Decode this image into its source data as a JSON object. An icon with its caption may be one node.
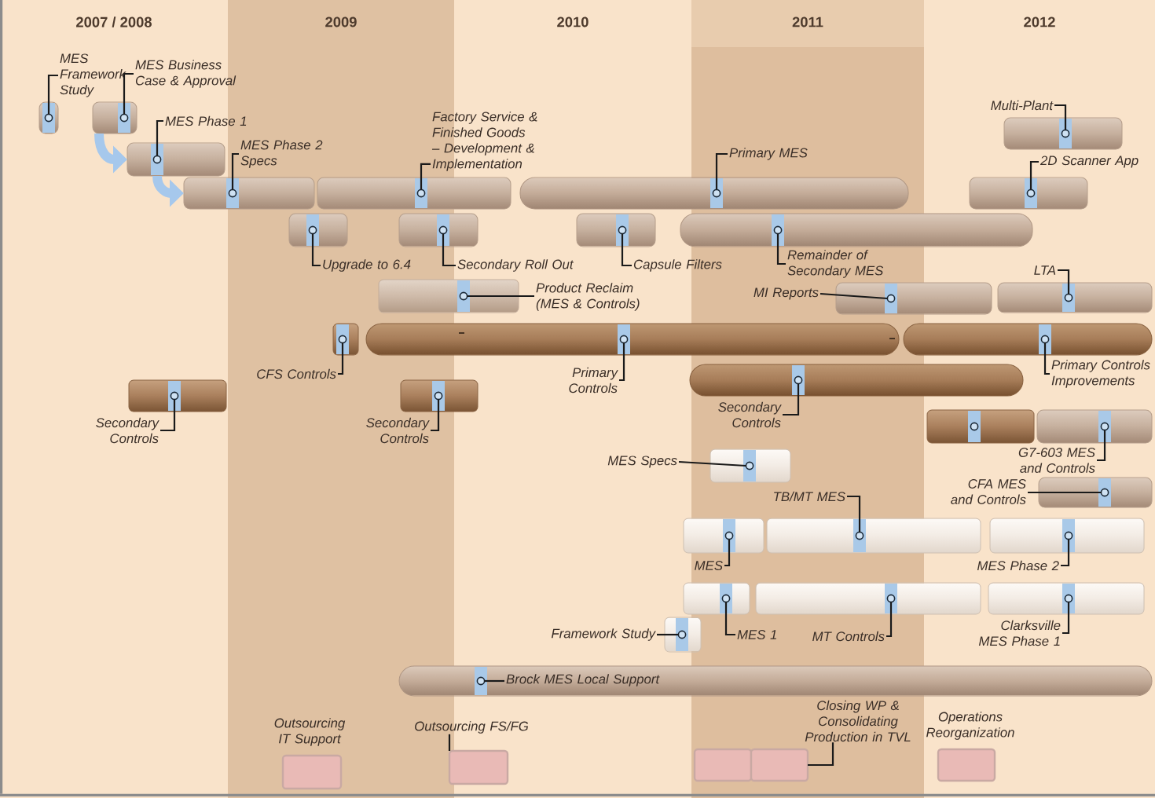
{
  "diagram": {
    "nodes": [
      {
        "text": [
          "2007 / 2008"
        ]
      },
      {
        "text": [
          "2009"
        ]
      },
      {
        "text": [
          "2010"
        ]
      },
      {
        "text": [
          "2011"
        ]
      },
      {
        "text": [
          "2012"
        ]
      },
      {
        "text": [],
        "shape": "bar",
        "in": 0
      },
      {
        "text": [],
        "shape": "circle",
        "in": 5
      },
      {
        "text": [
          "MES Framework Study"
        ],
        "in": 0
      },
      {
        "text": [],
        "shape": "bar",
        "in": 0
      },
      {
        "text": [],
        "shape": "circle",
        "in": 8
      },
      {
        "text": [
          "MES Business Case & Approval"
        ]
      },
      {
        "text": [],
        "shape": "bar",
        "in": 0
      },
      {
        "text": [],
        "shape": "circle",
        "in": 11
      },
      {
        "text": [
          "MES Phase 1"
        ]
      },
      {
        "text": [],
        "shape": "bar"
      },
      {
        "text": [],
        "shape": "circle"
      },
      {
        "text": [
          "MES Phase 2 Specs"
        ],
        "in": 1
      },
      {
        "text": [],
        "shape": "bar"
      },
      {
        "text": [],
        "shape": "circle"
      },
      {
        "text": [
          "Factory Service & Finished Goods – Development & Implementation"
        ]
      },
      {
        "text": [],
        "shape": "bar"
      },
      {
        "text": [],
        "shape": "circle"
      },
      {
        "text": [
          "Primary MES"
        ],
        "in": 3
      },
      {
        "text": [],
        "shape": "bar",
        "in": 4
      },
      {
        "text": [],
        "shape": "circle",
        "in": 23
      },
      {
        "text": [
          "Multi-Plant"
        ],
        "in": 4
      },
      {
        "text": [],
        "shape": "bar",
        "in": 4
      },
      {
        "text": [],
        "shape": "circle",
        "in": 26
      },
      {
        "text": [
          "2D Scanner App"
        ],
        "in": 4
      },
      {
        "text": [],
        "shape": "bar",
        "in": 1
      },
      {
        "text": [],
        "shape": "circle",
        "in": 29
      },
      {
        "text": [
          "Upgrade to 6.4"
        ],
        "in": 1
      },
      {
        "text": [],
        "shape": "bar"
      },
      {
        "text": [],
        "shape": "circle"
      },
      {
        "text": [
          "Secondary Roll Out"
        ],
        "in": 2
      },
      {
        "text": [],
        "shape": "bar",
        "in": 2
      },
      {
        "text": [],
        "shape": "circle",
        "in": 35
      },
      {
        "text": [
          "Capsule Filters"
        ]
      },
      {
        "text": [],
        "shape": "bar"
      },
      {
        "text": [],
        "shape": "circle"
      },
      {
        "text": [
          "Remainder of Secondary MES"
        ],
        "in": 3
      },
      {
        "text": [],
        "shape": "bar",
        "in": 4
      },
      {
        "text": [],
        "shape": "circle",
        "in": 41
      },
      {
        "text": [
          "LTA"
        ],
        "in": 4
      },
      {
        "text": [],
        "shape": "bar"
      },
      {
        "text": [],
        "shape": "circle"
      },
      {
        "text": [
          "Product Reclaim (MES & Controls)"
        ],
        "in": 2
      },
      {
        "text": [],
        "shape": "bar"
      },
      {
        "text": [],
        "shape": "circle"
      },
      {
        "text": [
          "MI Reports"
        ],
        "in": 3
      },
      {
        "text": [],
        "shape": "bar",
        "in": 1
      },
      {
        "text": [],
        "shape": "circle",
        "in": 50
      },
      {
        "text": [
          "CFS Controls"
        ],
        "in": 1
      },
      {
        "text": [],
        "shape": "bar"
      },
      {
        "text": [],
        "shape": "circle"
      },
      {
        "text": [
          "Primary Controls"
        ],
        "in": 2
      },
      {
        "text": [],
        "shape": "bar"
      },
      {
        "text": [],
        "shape": "circle",
        "in": 56
      },
      {
        "text": [
          "Primary Controls Improvements"
        ],
        "in": 4
      },
      {
        "text": [],
        "shape": "bar",
        "in": 0
      },
      {
        "text": [],
        "shape": "circle",
        "in": 59
      },
      {
        "text": [
          "Secondary Controls"
        ],
        "in": 0
      },
      {
        "text": [],
        "shape": "bar"
      },
      {
        "text": [],
        "shape": "circle"
      },
      {
        "text": [
          "Secondary Controls"
        ],
        "in": 1
      },
      {
        "text": [],
        "shape": "bar"
      },
      {
        "text": [],
        "shape": "circle"
      },
      {
        "text": [
          "Secondary Controls"
        ],
        "in": 3
      },
      {
        "text": [],
        "shape": "bar",
        "in": 4
      },
      {
        "text": [],
        "shape": "circle",
        "in": 68
      },
      {
        "text": [],
        "shape": "bar",
        "in": 4
      },
      {
        "text": [],
        "shape": "circle",
        "in": 70
      },
      {
        "text": [
          "G7-603 MES and Controls"
        ],
        "in": 4
      },
      {
        "text": [],
        "shape": "bar",
        "in": 3
      },
      {
        "text": [],
        "shape": "circle",
        "in": 73
      },
      {
        "text": [
          "MES Specs"
        ],
        "in": 2
      },
      {
        "text": [],
        "shape": "bar",
        "in": 4
      },
      {
        "text": [],
        "shape": "circle",
        "in": 76
      },
      {
        "text": [
          "CFA MES and Controls"
        ],
        "in": 4
      },
      {
        "text": [],
        "shape": "bar"
      },
      {
        "text": [],
        "shape": "circle"
      },
      {
        "text": [
          "TB/MT MES"
        ],
        "in": 3
      },
      {
        "text": [],
        "shape": "bar"
      },
      {
        "text": [],
        "shape": "circle",
        "in": 82
      },
      {
        "text": [
          "MES"
        ],
        "in": 3
      },
      {
        "text": [],
        "shape": "bar",
        "in": 4
      },
      {
        "text": [],
        "shape": "circle",
        "in": 85
      },
      {
        "text": [
          "MES Phase 2"
        ],
        "in": 4
      },
      {
        "text": [],
        "shape": "bar"
      },
      {
        "text": [],
        "shape": "circle",
        "in": 88
      },
      {
        "text": [
          "MES 1"
        ],
        "in": 3
      },
      {
        "text": [],
        "shape": "bar"
      },
      {
        "text": [],
        "shape": "circle"
      },
      {
        "text": [
          "MT Controls"
        ],
        "in": 3
      },
      {
        "text": [],
        "shape": "bar",
        "in": 4
      },
      {
        "text": [],
        "shape": "circle",
        "in": 94
      },
      {
        "text": [
          "Clarksville MES Phase 1"
        ],
        "in": 4
      },
      {
        "text": [],
        "shape": "bar"
      },
      {
        "text": [],
        "shape": "circle"
      },
      {
        "text": [
          "Framework Study"
        ],
        "in": 2
      },
      {
        "text": [],
        "shape": "bar"
      },
      {
        "text": [],
        "shape": "circle"
      },
      {
        "text": [
          "Brock MES Local Support"
        ]
      },
      {
        "text": [
          "Outsourcing IT Support"
        ],
        "in": 1
      },
      {
        "text": [
          "Outsourcing FS/FG"
        ]
      },
      {
        "text": [],
        "shape": "box"
      },
      {
        "text": [],
        "shape": "box",
        "in": 3
      },
      {
        "text": [
          "Closing WP & Consolidating Production in TVL"
        ],
        "in": 3
      },
      {
        "text": [],
        "shape": "box",
        "in": 3
      },
      {
        "text": [
          "Operations Reorganization"
        ],
        "in": 4
      }
    ],
    "edges": [
      {
        "from": 7,
        "to": 6,
        "arrow": "none"
      },
      {
        "from": 10,
        "to": 9,
        "arrow": "none"
      },
      {
        "from": 8,
        "to": 11,
        "arrow": "to",
        "style": "thick",
        "color": "#a6c8ec"
      },
      {
        "from": 13,
        "to": 12,
        "arrow": "none"
      },
      {
        "from": 11,
        "to": 14,
        "arrow": "to",
        "style": "thick",
        "color": "#a6c8ec"
      },
      {
        "from": 16,
        "to": 15,
        "arrow": "none"
      },
      {
        "from": 19,
        "to": 18,
        "arrow": "none"
      },
      {
        "from": 22,
        "to": 21,
        "arrow": "none"
      },
      {
        "from": 25,
        "to": 24,
        "arrow": "none"
      },
      {
        "from": 28,
        "to": 27,
        "arrow": "none"
      },
      {
        "from": 31,
        "to": 30,
        "arrow": "none"
      },
      {
        "from": 34,
        "to": 33,
        "arrow": "none"
      },
      {
        "from": 37,
        "to": 36,
        "arrow": "none"
      },
      {
        "from": 40,
        "to": 39,
        "arrow": "none"
      },
      {
        "from": 43,
        "to": 42,
        "arrow": "none"
      },
      {
        "from": 46,
        "to": 45,
        "arrow": "none"
      },
      {
        "from": 49,
        "to": 48,
        "arrow": "none"
      },
      {
        "from": 52,
        "to": 51,
        "arrow": "none"
      },
      {
        "from": 55,
        "to": 54,
        "arrow": "none"
      },
      {
        "from": 58,
        "to": 57,
        "arrow": "none"
      },
      {
        "from": 61,
        "to": 60,
        "arrow": "none"
      },
      {
        "from": 64,
        "to": 63,
        "arrow": "none"
      },
      {
        "from": 67,
        "to": 66,
        "arrow": "none"
      },
      {
        "from": 72,
        "to": 71,
        "arrow": "none"
      },
      {
        "from": 75,
        "to": 74,
        "arrow": "none"
      },
      {
        "from": 78,
        "to": 77,
        "arrow": "none"
      },
      {
        "from": 81,
        "to": 80,
        "arrow": "none"
      },
      {
        "from": 84,
        "to": 83,
        "arrow": "none"
      },
      {
        "from": 87,
        "to": 86,
        "arrow": "none"
      },
      {
        "from": 90,
        "to": 89,
        "arrow": "none"
      },
      {
        "from": 93,
        "to": 92,
        "arrow": "none"
      },
      {
        "from": 96,
        "to": 95,
        "arrow": "none"
      },
      {
        "from": 99,
        "to": 98,
        "arrow": "none"
      },
      {
        "from": 102,
        "to": 101,
        "arrow": "none"
      },
      {
        "from": 104,
        "to": 105,
        "arrow": "none"
      },
      {
        "from": 107,
        "to": 108,
        "arrow": "none"
      }
    ]
  }
}
